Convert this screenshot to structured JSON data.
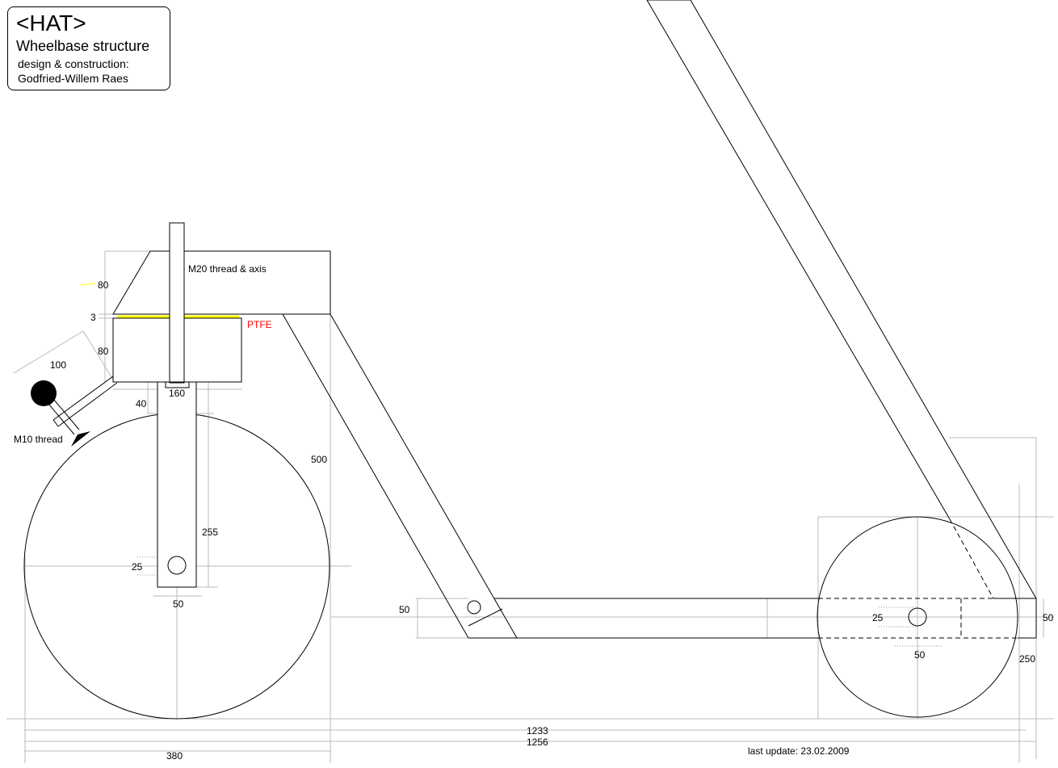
{
  "title_block": {
    "project": "<HAT>",
    "subtitle": "Wheelbase structure",
    "credit_label": "design & construction:",
    "author": "Godfried-Willem Raes"
  },
  "labels": {
    "m20": "M20 thread & axis",
    "top_height": "80",
    "ptfe_thickness": "3",
    "ptfe": "PTFE",
    "block_height": "80",
    "lever_length": "100",
    "block_width": "160",
    "fork_offset": "40",
    "m10": "M10 thread",
    "height_500": "500",
    "fork_length": "255",
    "front_axle": "25",
    "fork_width": "50",
    "tube_height_left": "50",
    "rear_axle": "25",
    "rear_axle_width": "50",
    "tube_height_right": "50",
    "rear_wheel": "250",
    "dim_1233": "1233",
    "dim_1256": "1256",
    "dim_380": "380",
    "last_update": "last update: 23.02.2009"
  },
  "colors": {
    "ptfe": "#ffff00",
    "ptfe_text": "#ff0000",
    "dimension": "#b8b8b8"
  }
}
